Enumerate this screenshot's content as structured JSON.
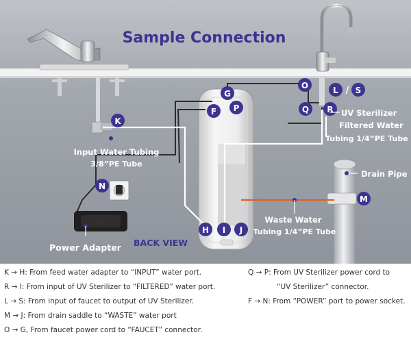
{
  "diagram": {
    "title": "Sample Connection",
    "colors": {
      "background": "#9a9ea6",
      "title": "#3c3490",
      "badge": "#3c3490",
      "line": "#ffffff",
      "tube_black": "#2b2b2b",
      "waste": "#e0602a"
    },
    "badges": [
      "K",
      "N",
      "O",
      "G",
      "F",
      "P",
      "L",
      "S",
      "Q",
      "R",
      "M",
      "H",
      "I",
      "J"
    ],
    "labels": {
      "input_tubing_1": "Input Water Tubing",
      "input_tubing_2": "3/8”PE Tube",
      "uv_sterilizer": "UV Sterilizer",
      "filtered_water": "Filtered Water",
      "filtered_tubing": "Tubing 1/4”PE Tube",
      "drain_pipe": "Drain Pipe",
      "waste_water_1": "Waste Water",
      "waste_water_2": "Tubing 1/4”PE Tube",
      "power_adapter": "Power Adapter",
      "back_view": "BACK VIEW",
      "slash": "/"
    }
  },
  "notes": {
    "left": [
      "K → H: From feed water adapter to “INPUT” water port.",
      "R → I: From input of UV Sterilizer to “FILTERED” water port.",
      "L → S: From input of faucet to output of UV Sterilizer.",
      "M → J: From drain saddle to “WASTE” water port",
      "O → G, From faucet power cord to “FAUCET” connector."
    ],
    "right": [
      "Q → P: From UV Sterilizer power cord to",
      "“UV Sterilizer” connector.",
      "F → N: From “POWER” port to power socket."
    ]
  }
}
